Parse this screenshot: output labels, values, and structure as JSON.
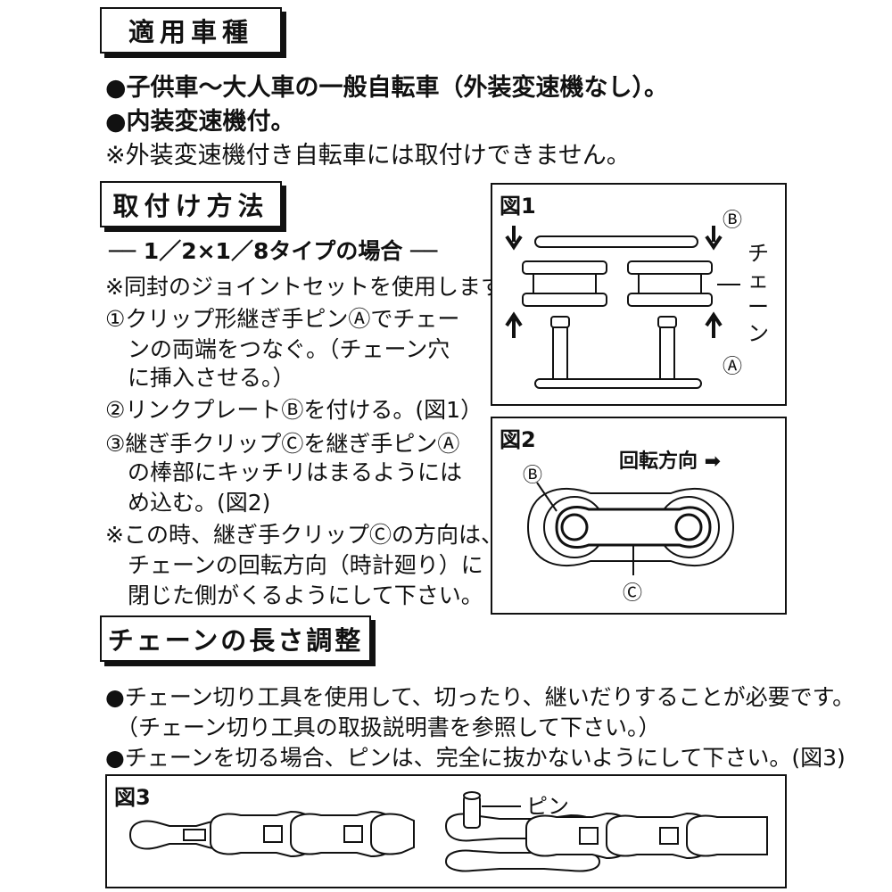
{
  "section1": {
    "heading": "適用車種",
    "line1": "●子供車〜大人車の一般自転車（外装変速機なし）。",
    "line2": "●内装変速機付。",
    "note": "※外装変速機付き自転車には取付けできません。"
  },
  "section2": {
    "heading": "取付け方法",
    "type_line": "── 1／2×1／8タイプの場合 ──",
    "lines": [
      "※同封のジョイントセットを使用します。",
      "①クリップ形継ぎ手ピンⒶでチェー",
      "　ンの両端をつなぐ。（チェーン穴",
      "　に挿入させる。）",
      "②リンクプレートⒷを付ける。(図1）",
      "③継ぎ手クリップⒸを継ぎ手ピンⒶ",
      "　の棒部にキッチリはまるようには",
      "　め込む。(図2)",
      "※この時、継ぎ手クリップⒸの方向は、",
      "　チェーンの回転方向（時計廻り）に",
      "　閉じた側がくるようにして下さい。"
    ]
  },
  "fig1": {
    "label": "図1",
    "callout_b": "Ⓑ",
    "callout_a": "Ⓐ",
    "chain_label": "チェーン"
  },
  "fig2": {
    "label": "図2",
    "direction": "回転方向 ➡",
    "callout_b": "Ⓑ",
    "callout_c": "Ⓒ"
  },
  "section3": {
    "heading": "チェーンの長さ調整",
    "line1": "●チェーン切り工具を使用して、切ったり、継いだりすることが必要です。",
    "line2": "（チェーン切り工具の取扱説明書を参照して下さい。）",
    "line3": "●チェーンを切る場合、ピンは、完全に抜かないようにして下さい。(図3)"
  },
  "fig3": {
    "label": "図3",
    "pin_label": "ピン"
  }
}
